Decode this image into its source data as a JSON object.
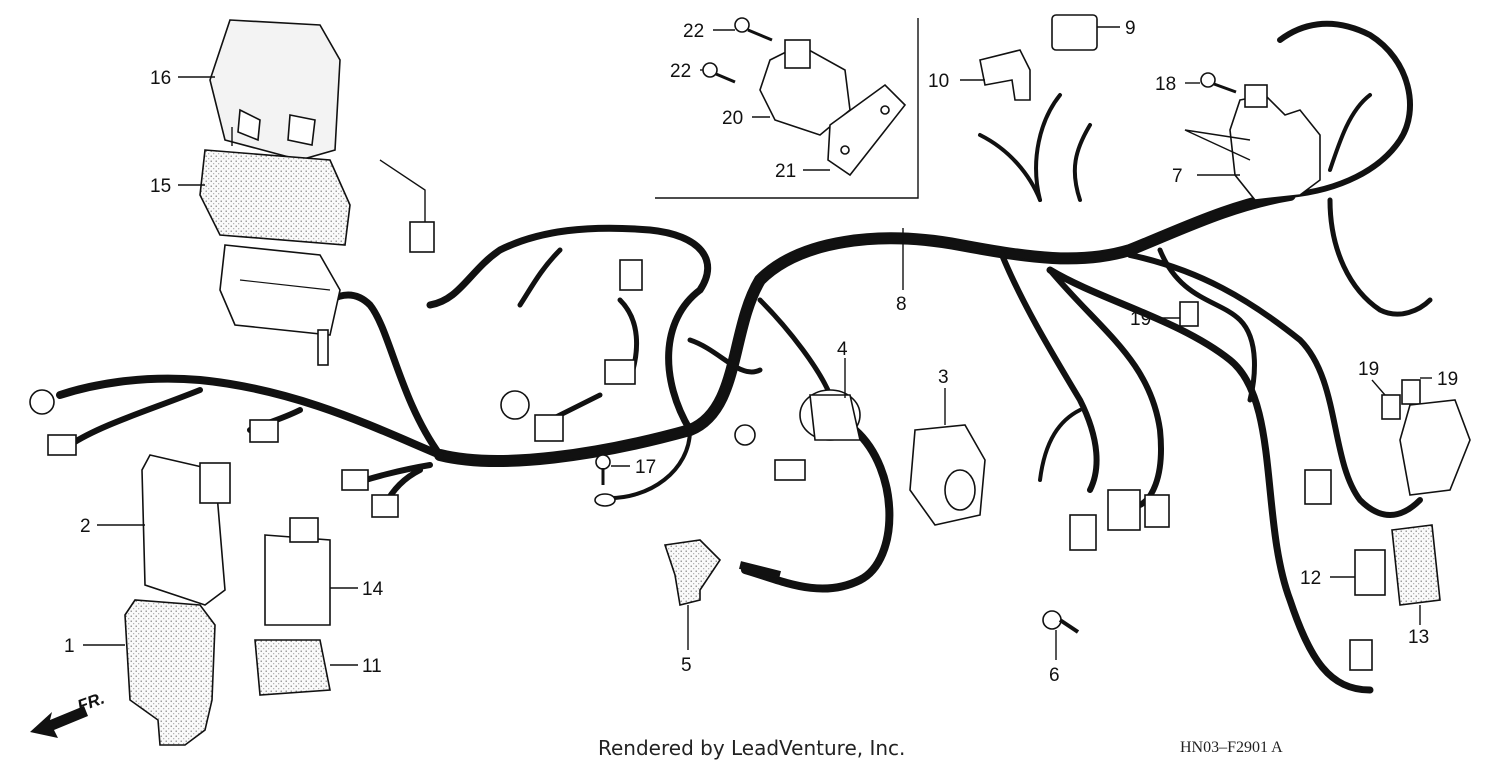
{
  "callouts": [
    {
      "id": "c1",
      "label": "1"
    },
    {
      "id": "c2",
      "label": "2"
    },
    {
      "id": "c3",
      "label": "3"
    },
    {
      "id": "c4",
      "label": "4"
    },
    {
      "id": "c5",
      "label": "5"
    },
    {
      "id": "c6",
      "label": "6"
    },
    {
      "id": "c7",
      "label": "7"
    },
    {
      "id": "c8",
      "label": "8"
    },
    {
      "id": "c9",
      "label": "9"
    },
    {
      "id": "c10",
      "label": "10"
    },
    {
      "id": "c11",
      "label": "11"
    },
    {
      "id": "c12",
      "label": "12"
    },
    {
      "id": "c13",
      "label": "13"
    },
    {
      "id": "c14",
      "label": "14"
    },
    {
      "id": "c15",
      "label": "15"
    },
    {
      "id": "c16",
      "label": "16"
    },
    {
      "id": "c17",
      "label": "17"
    },
    {
      "id": "c18",
      "label": "18"
    },
    {
      "id": "c19a",
      "label": "19"
    },
    {
      "id": "c19b",
      "label": "19"
    },
    {
      "id": "c19c",
      "label": "19"
    },
    {
      "id": "c20",
      "label": "20"
    },
    {
      "id": "c21",
      "label": "21"
    },
    {
      "id": "c22a",
      "label": "22"
    },
    {
      "id": "c22b",
      "label": "22"
    }
  ],
  "footer": {
    "credit": "Rendered by LeadVenture, Inc.",
    "diagram_code": "HN03–F2901 A",
    "direction_label": "FR."
  },
  "colors": {
    "ink": "#111111",
    "paper": "#ffffff",
    "shading": "#f3f3f3"
  }
}
